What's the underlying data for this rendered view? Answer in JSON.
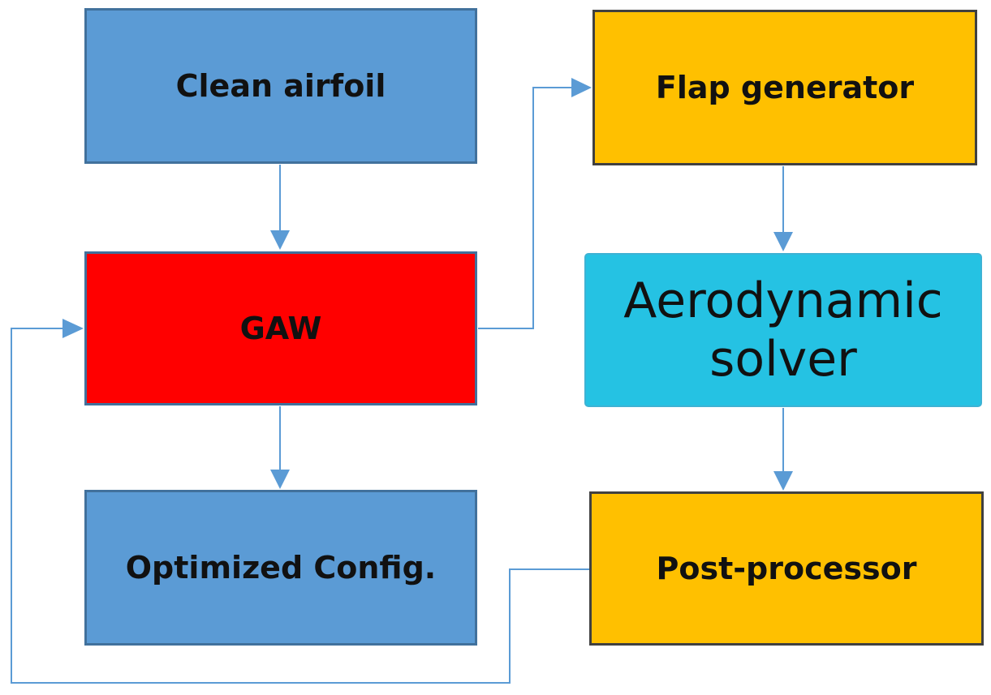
{
  "nodes": {
    "clean_airfoil": "Clean airfoil",
    "gaw": "GAW",
    "optimized_config": "Optimized Config.",
    "flap_generator": "Flap generator",
    "aero_solver_line1": "Aerodynamic",
    "aero_solver_line2": "solver",
    "post_processor": "Post-processor"
  },
  "colors": {
    "blue_box": "#5b9bd5",
    "red_box": "#ff0000",
    "orange_box": "#ffc000",
    "cyan_box": "#25c2e3",
    "connector": "#5b9bd5"
  }
}
